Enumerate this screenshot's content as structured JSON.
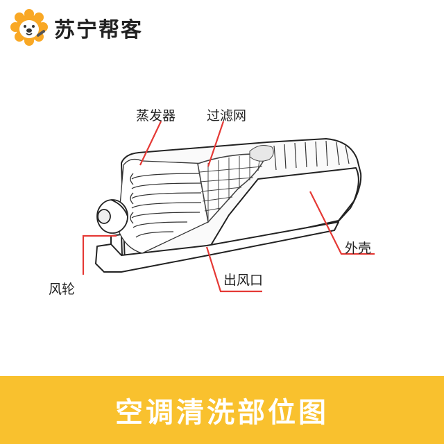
{
  "brand": {
    "name": "苏宁帮客",
    "logo_icon": "lion-mascot-icon",
    "accent": "#f9c12e"
  },
  "diagram": {
    "labels": {
      "evaporator": "蒸发器",
      "filter": "过滤网",
      "casing": "外壳",
      "fan_wheel": "风轮",
      "air_outlet": "出风口"
    },
    "callout_color": "#e53935"
  },
  "banner": {
    "title": "空调清洗部位图",
    "background": "#f9c12e"
  }
}
